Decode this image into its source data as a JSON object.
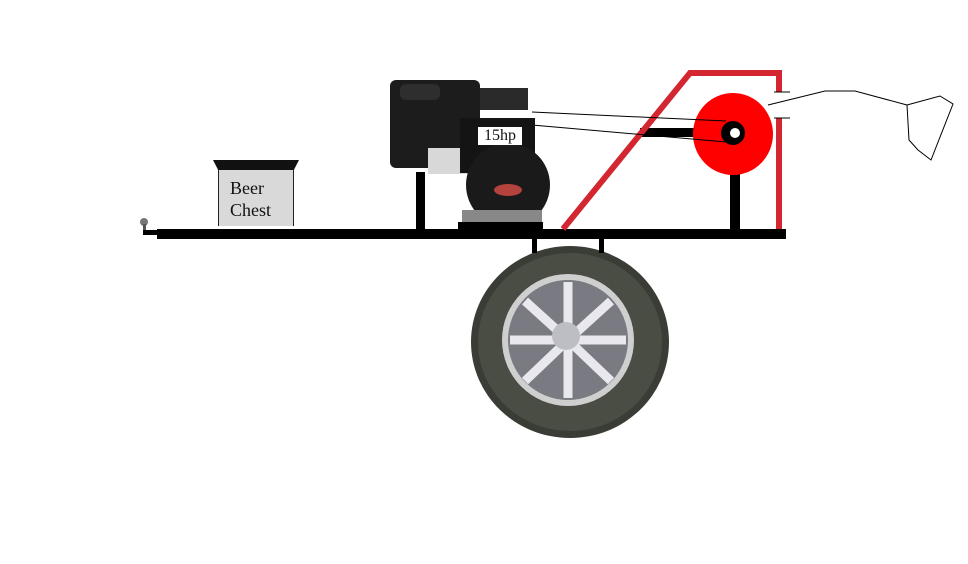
{
  "diagram": {
    "type": "hand-drawn mechanical sketch",
    "subject": "trailer-mounted engine-driven winch/reel",
    "components": [
      {
        "id": "hitch",
        "label": ""
      },
      {
        "id": "beer-chest",
        "label": "Beer Chest"
      },
      {
        "id": "engine",
        "label": "15hp"
      },
      {
        "id": "reel",
        "label": ""
      },
      {
        "id": "frame",
        "label": ""
      },
      {
        "id": "wheel",
        "label": ""
      },
      {
        "id": "line-and-lure",
        "label": ""
      }
    ],
    "labels": {
      "beer_chest_line1": "Beer",
      "beer_chest_line2": "Chest",
      "engine_power": "15hp"
    },
    "colors": {
      "frame": "#000000",
      "guard": "#d32630",
      "reel": "#ff0000",
      "chest": "#d9d9d9",
      "engine": "#1c1c1c",
      "tire": "#3a3d36"
    }
  }
}
